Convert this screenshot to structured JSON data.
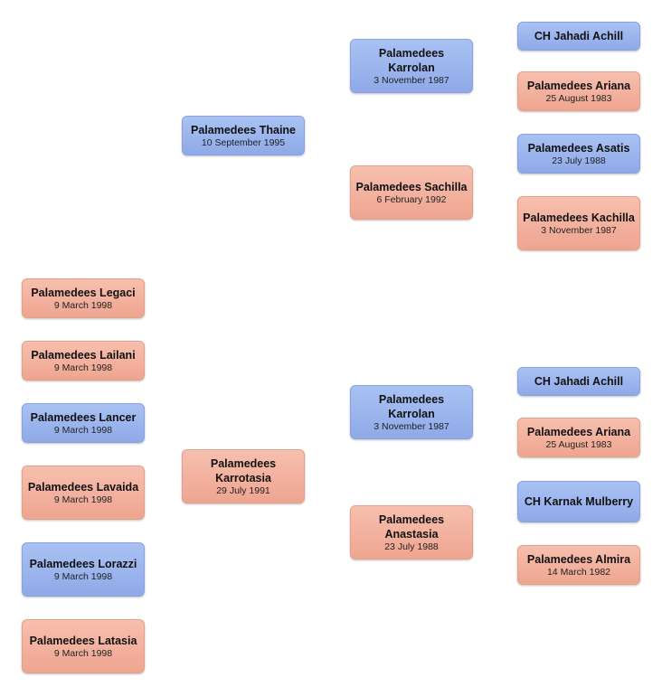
{
  "pedigrees": [
    {
      "offspring": [],
      "sire": {
        "name": "Palamedees Thaine",
        "date": "10 September 1995",
        "sex": "male"
      },
      "grandparents": [
        {
          "name": "Palamedees Karrolan",
          "date": "3 November 1987",
          "sex": "male"
        },
        {
          "name": "Palamedees Sachilla",
          "date": "6 February 1992",
          "sex": "female"
        }
      ],
      "great_grandparents": [
        {
          "name": "CH Jahadi Achill",
          "date": "",
          "sex": "male"
        },
        {
          "name": "Palamedees Ariana",
          "date": "25 August 1983",
          "sex": "female"
        },
        {
          "name": "Palamedees Asatis",
          "date": "23 July 1988",
          "sex": "male"
        },
        {
          "name": "Palamedees Kachilla",
          "date": "3 November 1987",
          "sex": "female"
        }
      ]
    },
    {
      "offspring": [
        {
          "name": "Palamedees Legaci",
          "date": "9 March 1998",
          "sex": "female"
        },
        {
          "name": "Palamedees Lailani",
          "date": "9 March 1998",
          "sex": "female"
        },
        {
          "name": "Palamedees Lancer",
          "date": "9 March 1998",
          "sex": "male"
        },
        {
          "name": "Palamedees Lavaida",
          "date": "9 March 1998",
          "sex": "female"
        },
        {
          "name": "Palamedees Lorazzi",
          "date": "9 March 1998",
          "sex": "male"
        },
        {
          "name": "Palamedees Latasia",
          "date": "9 March 1998",
          "sex": "female"
        }
      ],
      "dam": {
        "name": "Palamedees Karrotasia",
        "date": "29 July 1991",
        "sex": "female"
      },
      "grandparents": [
        {
          "name": "Palamedees Karrolan",
          "date": "3 November 1987",
          "sex": "male"
        },
        {
          "name": "Palamedees Anastasia",
          "date": "23 July 1988",
          "sex": "female"
        }
      ],
      "great_grandparents": [
        {
          "name": "CH Jahadi Achill",
          "date": "",
          "sex": "male"
        },
        {
          "name": "Palamedees Ariana",
          "date": "25 August 1983",
          "sex": "female"
        },
        {
          "name": "CH Karnak Mulberry",
          "date": "",
          "sex": "male"
        },
        {
          "name": "Palamedees Almira",
          "date": "14 March 1982",
          "sex": "female"
        }
      ]
    }
  ],
  "colors": {
    "male": "#9bb5ef",
    "female": "#f2b19d"
  }
}
